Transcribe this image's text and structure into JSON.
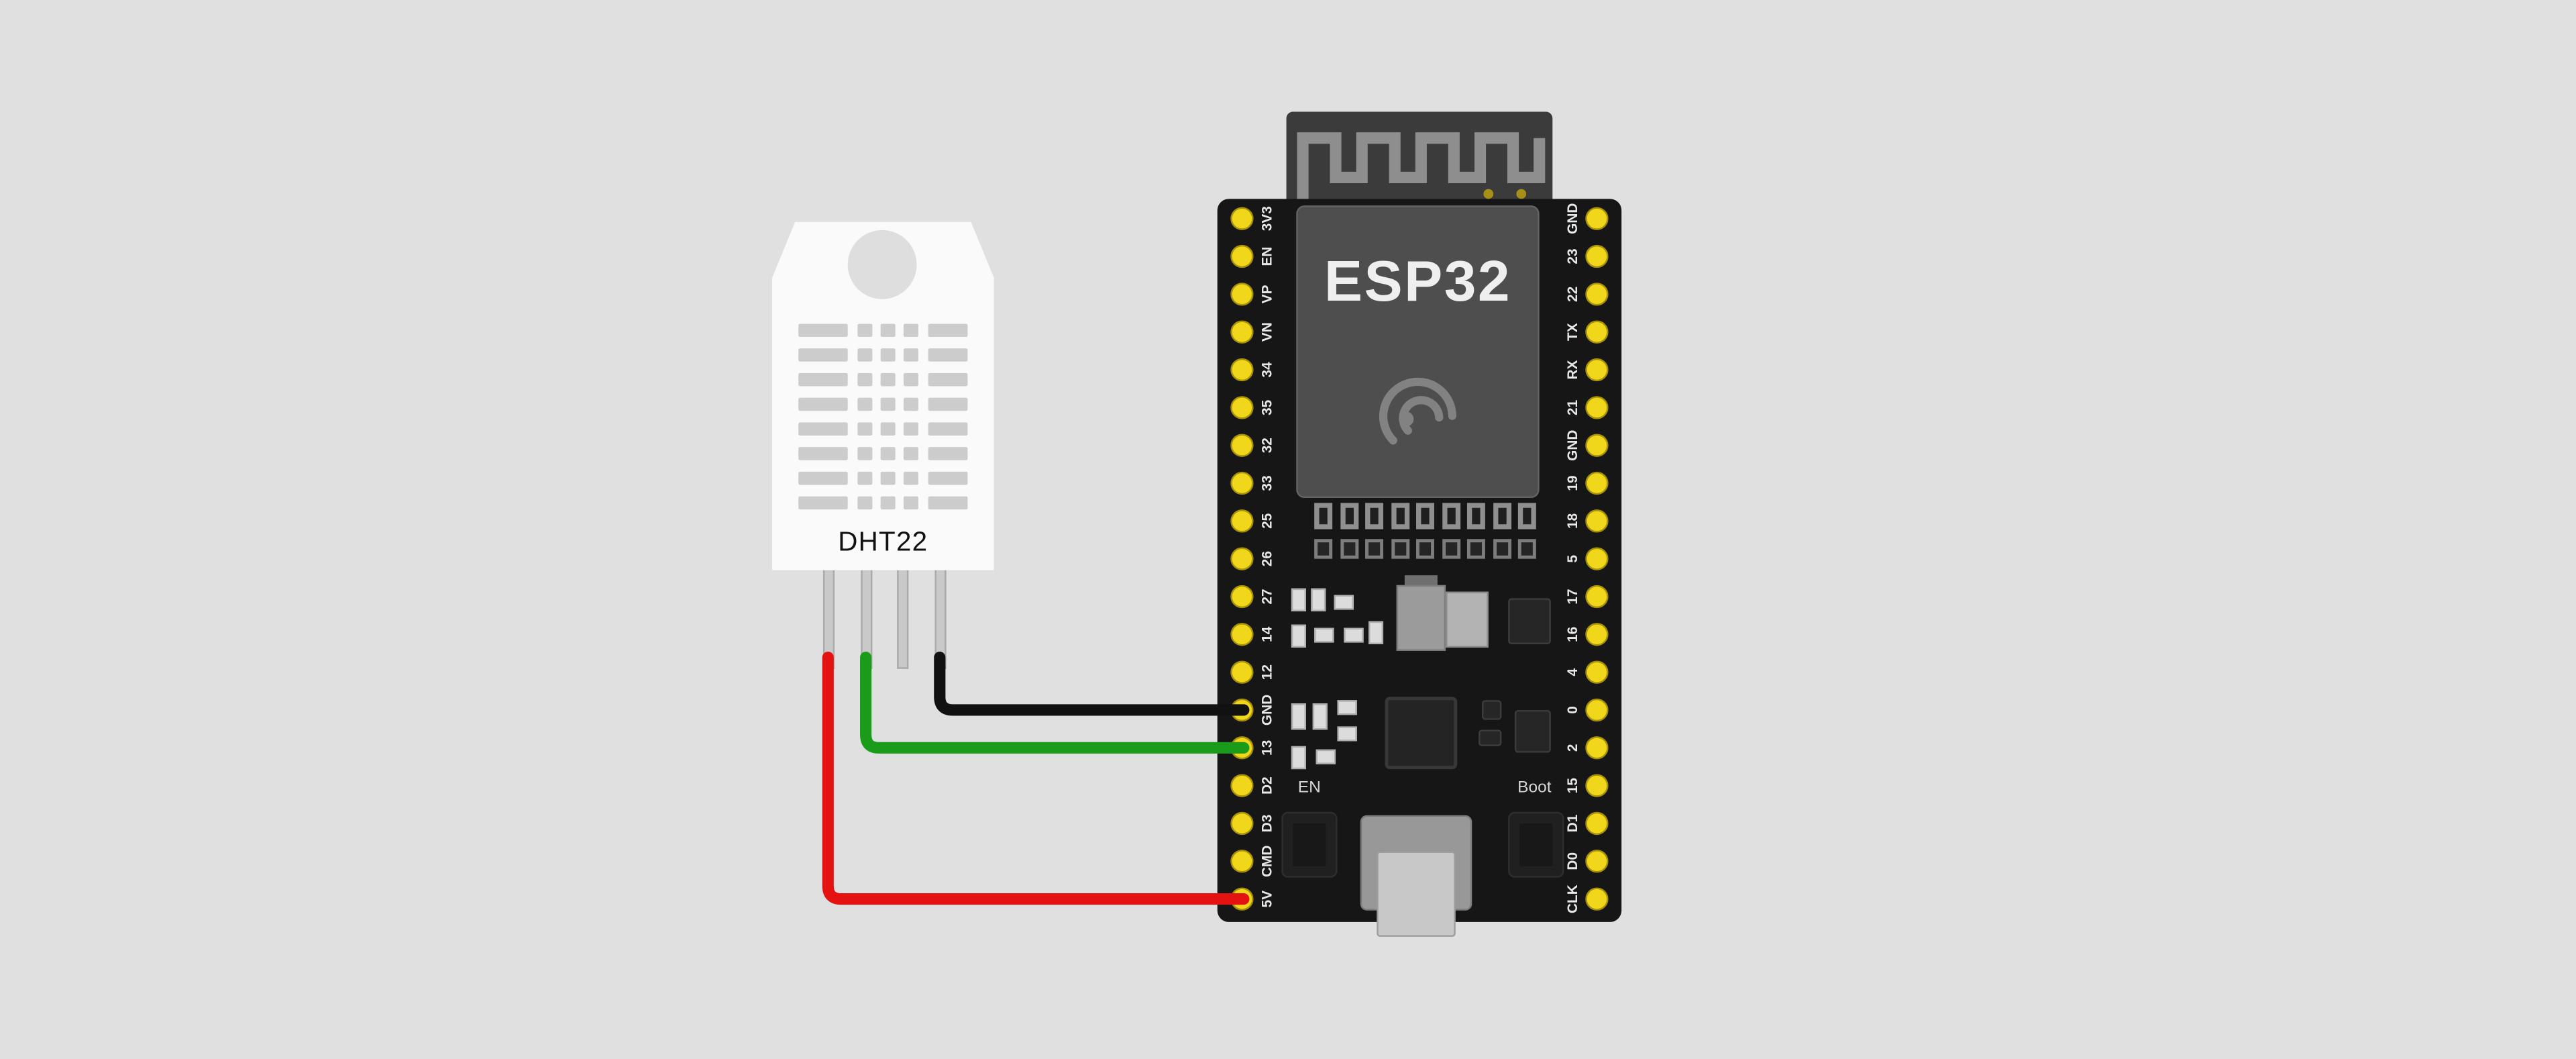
{
  "canvas": {
    "background": "#e0e0e0"
  },
  "dht22": {
    "label": "DHT22",
    "body_color": "#fafafa",
    "pin_count": 4
  },
  "esp32": {
    "chip_label": "ESP32",
    "en_button_label": "EN",
    "boot_button_label": "Boot",
    "board_color": "#161616",
    "pin_hole_color": "#f0d71c",
    "left_pins": [
      "3V3",
      "EN",
      "VP",
      "VN",
      "34",
      "35",
      "32",
      "33",
      "25",
      "26",
      "27",
      "14",
      "12",
      "GND",
      "13",
      "D2",
      "D3",
      "CMD",
      "5V"
    ],
    "right_pins": [
      "GND",
      "23",
      "22",
      "TX",
      "RX",
      "21",
      "GND",
      "19",
      "18",
      "5",
      "17",
      "16",
      "4",
      "0",
      "2",
      "15",
      "D1",
      "D0",
      "CLK"
    ]
  },
  "wires": [
    {
      "id": "ground",
      "color": "#111111",
      "from": "dht22-pin-4",
      "to": "esp32-pin-GND"
    },
    {
      "id": "data",
      "color": "#1a9c1a",
      "from": "dht22-pin-2",
      "to": "esp32-pin-13"
    },
    {
      "id": "power",
      "color": "#e51212",
      "from": "dht22-pin-1",
      "to": "esp32-pin-5V"
    }
  ]
}
